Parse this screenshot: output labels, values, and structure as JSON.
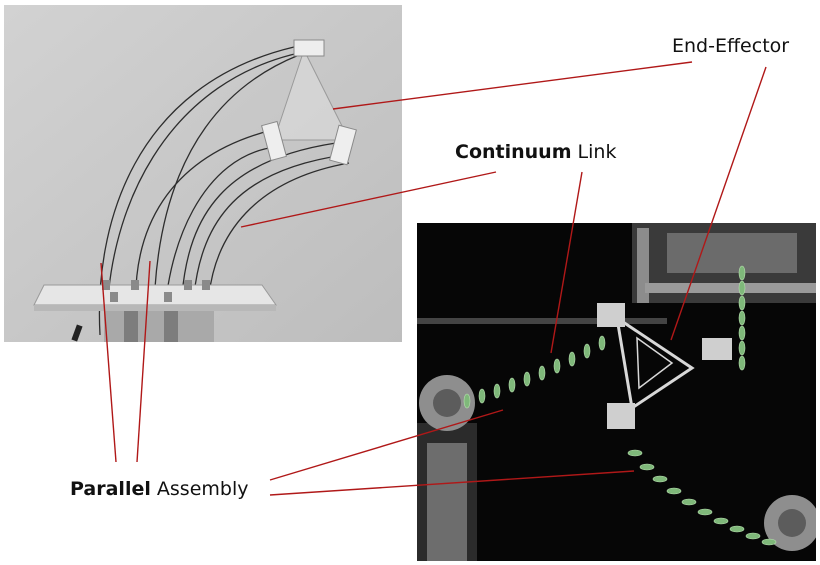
{
  "labels": {
    "end_effector": "End-Effector",
    "continuum_bold": "Continuum",
    "continuum_rest": " Link",
    "parallel_bold": "Parallel",
    "parallel_rest": " Assembly"
  },
  "colors": {
    "leader_line": "#b01818",
    "left_photo_background": "#c9c9c9",
    "right_photo_background": "#060606",
    "continuum_disc": "#7fb87a"
  },
  "photos": {
    "left": "prototype-on-grey-backdrop",
    "right": "prototype-on-black-backdrop"
  }
}
